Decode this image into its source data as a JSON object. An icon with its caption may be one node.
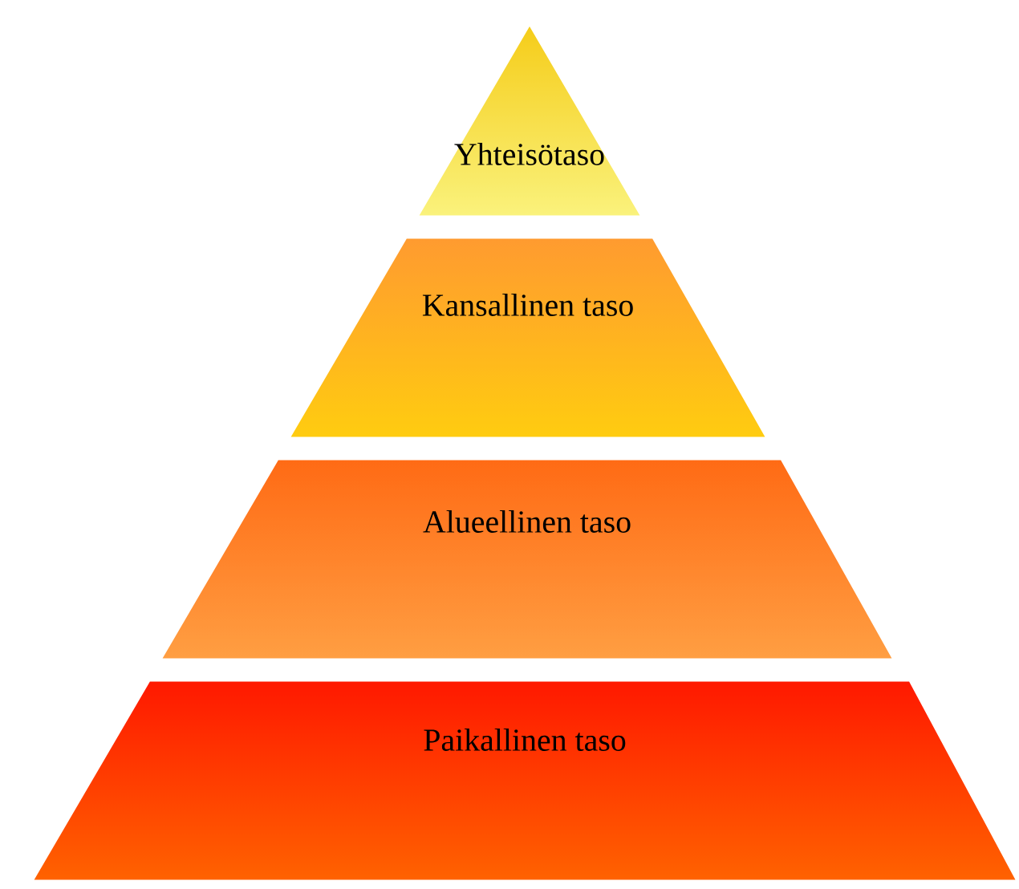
{
  "diagram": {
    "nodes": [
      {
        "text": [
          "Yhteisötaso"
        ]
      },
      {
        "text": [
          "Kansallinen taso"
        ]
      },
      {
        "text": [
          "Alueellinen taso"
        ]
      },
      {
        "text": [
          "Paikallinen taso"
        ]
      }
    ]
  }
}
